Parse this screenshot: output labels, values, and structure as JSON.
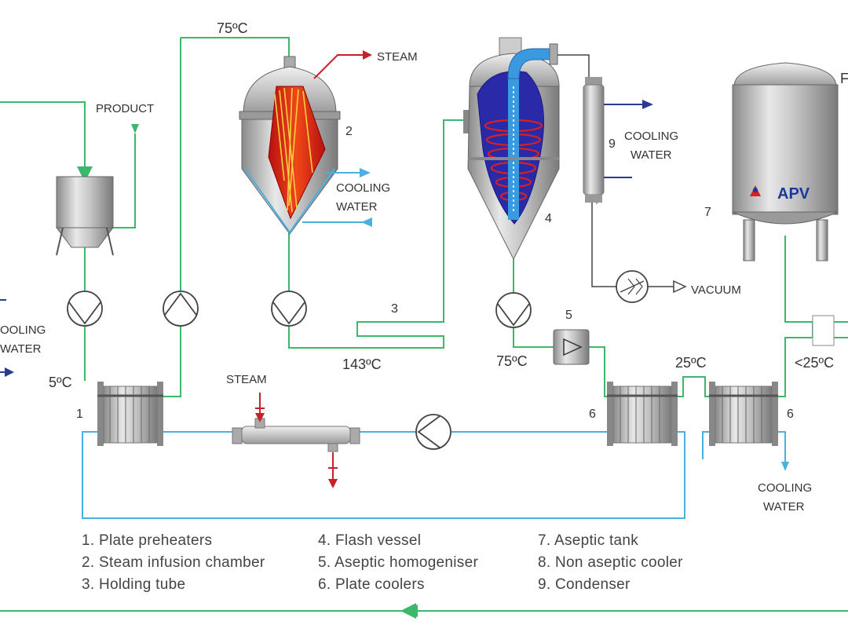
{
  "labels": {
    "temp_75_top": "75ºC",
    "temp_143": "143ºC",
    "temp_75_mid": "75ºC",
    "temp_25": "25ºC",
    "temp_lt25": "<25ºC",
    "temp_5": "5ºC",
    "steam_top": "STEAM",
    "steam_bottom": "STEAM",
    "product": "PRODUCT",
    "cooling_water_2a": "COOLING",
    "cooling_water_2b": "WATER",
    "cooling_water_9a": "COOLING",
    "cooling_water_9b": "WATER",
    "cooling_water_left_a": "OOLING",
    "cooling_water_left_b": "WATER",
    "cooling_water_bottom_a": "COOLING",
    "cooling_water_bottom_b": "WATER",
    "vacuum": "VACUUM",
    "apv_logo": "APV",
    "edge_letter": "F"
  },
  "numbers": {
    "n1": "1",
    "n2": "2",
    "n3": "3",
    "n4": "4",
    "n5": "5",
    "n6a": "6",
    "n6b": "6",
    "n7": "7",
    "n9": "9"
  },
  "legend": {
    "col1": [
      "1. Plate preheaters",
      "2. Steam infusion chamber",
      "3. Holding tube"
    ],
    "col2": [
      "4. Flash vessel",
      "5. Aseptic homogeniser",
      "6. Plate coolers"
    ],
    "col3": [
      "7. Aseptic tank",
      "8. Non aseptic cooler",
      "9. Condenser"
    ]
  },
  "colors": {
    "product_line": "#3cb86a",
    "water_line": "#4ab0e0",
    "cooling_arrow": "#2a3a8c",
    "steam_arrow": "#c8202a",
    "vessel_steel": "#b8b8b8",
    "flame": "#d82818",
    "flash_blue": "#2a2aa8"
  },
  "icons": {
    "pump": "pump-icon",
    "heat_exchanger": "heat-exchanger-icon",
    "vacuum_pump": "vacuum-pump-icon",
    "homogeniser": "homogeniser-icon"
  }
}
